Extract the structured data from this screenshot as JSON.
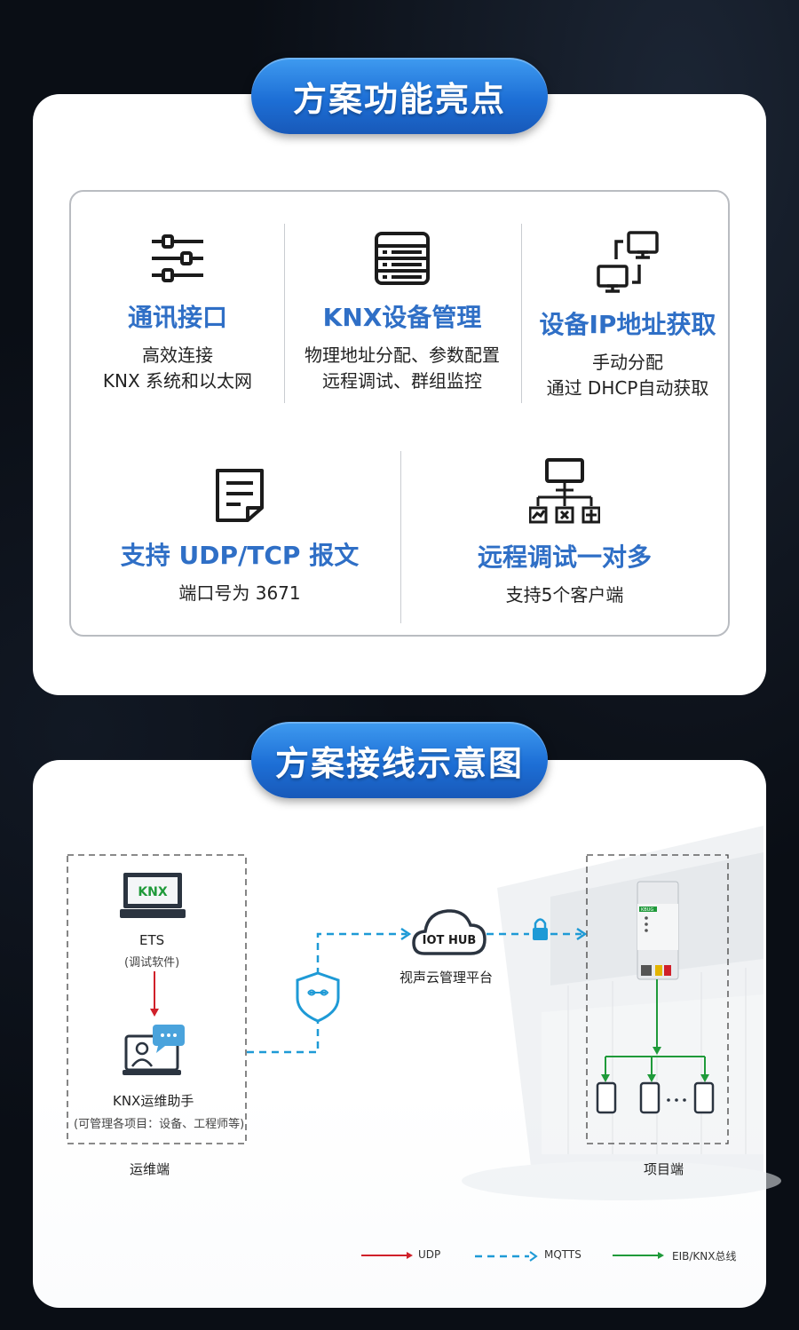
{
  "section1": {
    "title": "方案功能亮点",
    "features": [
      {
        "icon": "sliders-icon",
        "title": "通讯接口",
        "desc1": "高效连接",
        "desc2": "KNX 系统和以太网"
      },
      {
        "icon": "server-list-icon",
        "title": "KNX设备管理",
        "desc1": "物理地址分配、参数配置",
        "desc2": "远程调试、群组监控"
      },
      {
        "icon": "network-computers-icon",
        "title": "设备IP地址获取",
        "desc1": "手动分配",
        "desc2": "通过 DHCP自动获取"
      },
      {
        "icon": "document-icon",
        "title": "支持 UDP/TCP 报文",
        "desc1": "端口号为 3671"
      },
      {
        "icon": "presentation-network-icon",
        "title": "远程调试一对多",
        "desc1": "支持5个客户端"
      }
    ]
  },
  "section2": {
    "title": "方案接线示意图",
    "ets_logo_text": "KNX",
    "ets_label": "ETS",
    "ets_sub": "(调试软件)",
    "assistant_label": "KNX运维助手",
    "assistant_sub": "(可管理各项目：设备、工程师等)",
    "ops_label": "运维端",
    "cloud_text": "IOT HUB",
    "cloud_label": "视声云管理平台",
    "project_label": "项目端",
    "device_brand": "KBUG",
    "legend": [
      {
        "label": "UDP",
        "color": "#d0202a"
      },
      {
        "label": "MQTTS",
        "color": "#1e9ad6"
      },
      {
        "label": "EIB/KNX总线",
        "color": "#1f9a3a"
      }
    ]
  },
  "colors": {
    "accent_blue": "#2f6fc6",
    "pill_blue": "#1d6fd6",
    "udp_red": "#d0202a",
    "mqtts_blue": "#1e9ad6",
    "knx_green": "#1f9a3a"
  }
}
